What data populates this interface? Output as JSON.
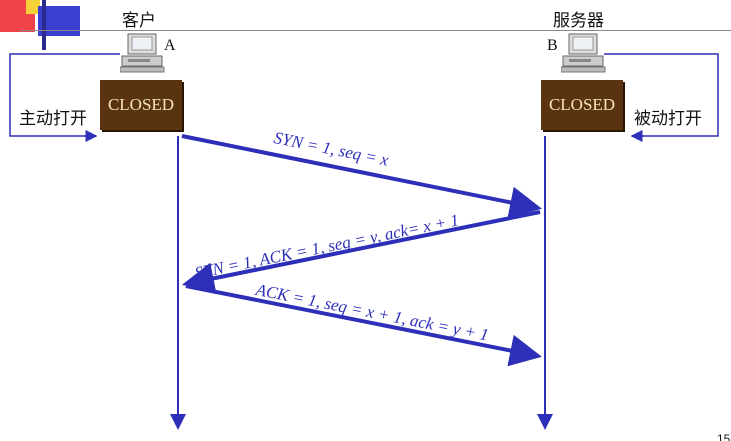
{
  "client": {
    "title": "客户",
    "letter": "A",
    "state": "CLOSED",
    "action": "主动打开"
  },
  "server": {
    "title": "服务器",
    "letter": "B",
    "state": "CLOSED",
    "action": "被动打开"
  },
  "messages": [
    {
      "text": "SYN = 1, seq = x",
      "direction": "A→B"
    },
    {
      "text": "SYN = 1, ACK = 1, seq = y, ack= x + 1",
      "direction": "B→A"
    },
    {
      "text": "ACK = 1, seq = x + 1, ack = y + 1",
      "direction": "A→B"
    }
  ],
  "page_number": "15",
  "colors": {
    "arrow": "#2d2fb8",
    "state_box": "#5a3311",
    "state_text": "#f5e6b8"
  },
  "icons": {
    "host_a": "computer-icon",
    "host_b": "computer-icon",
    "slide_deco": "squares-decoration"
  }
}
